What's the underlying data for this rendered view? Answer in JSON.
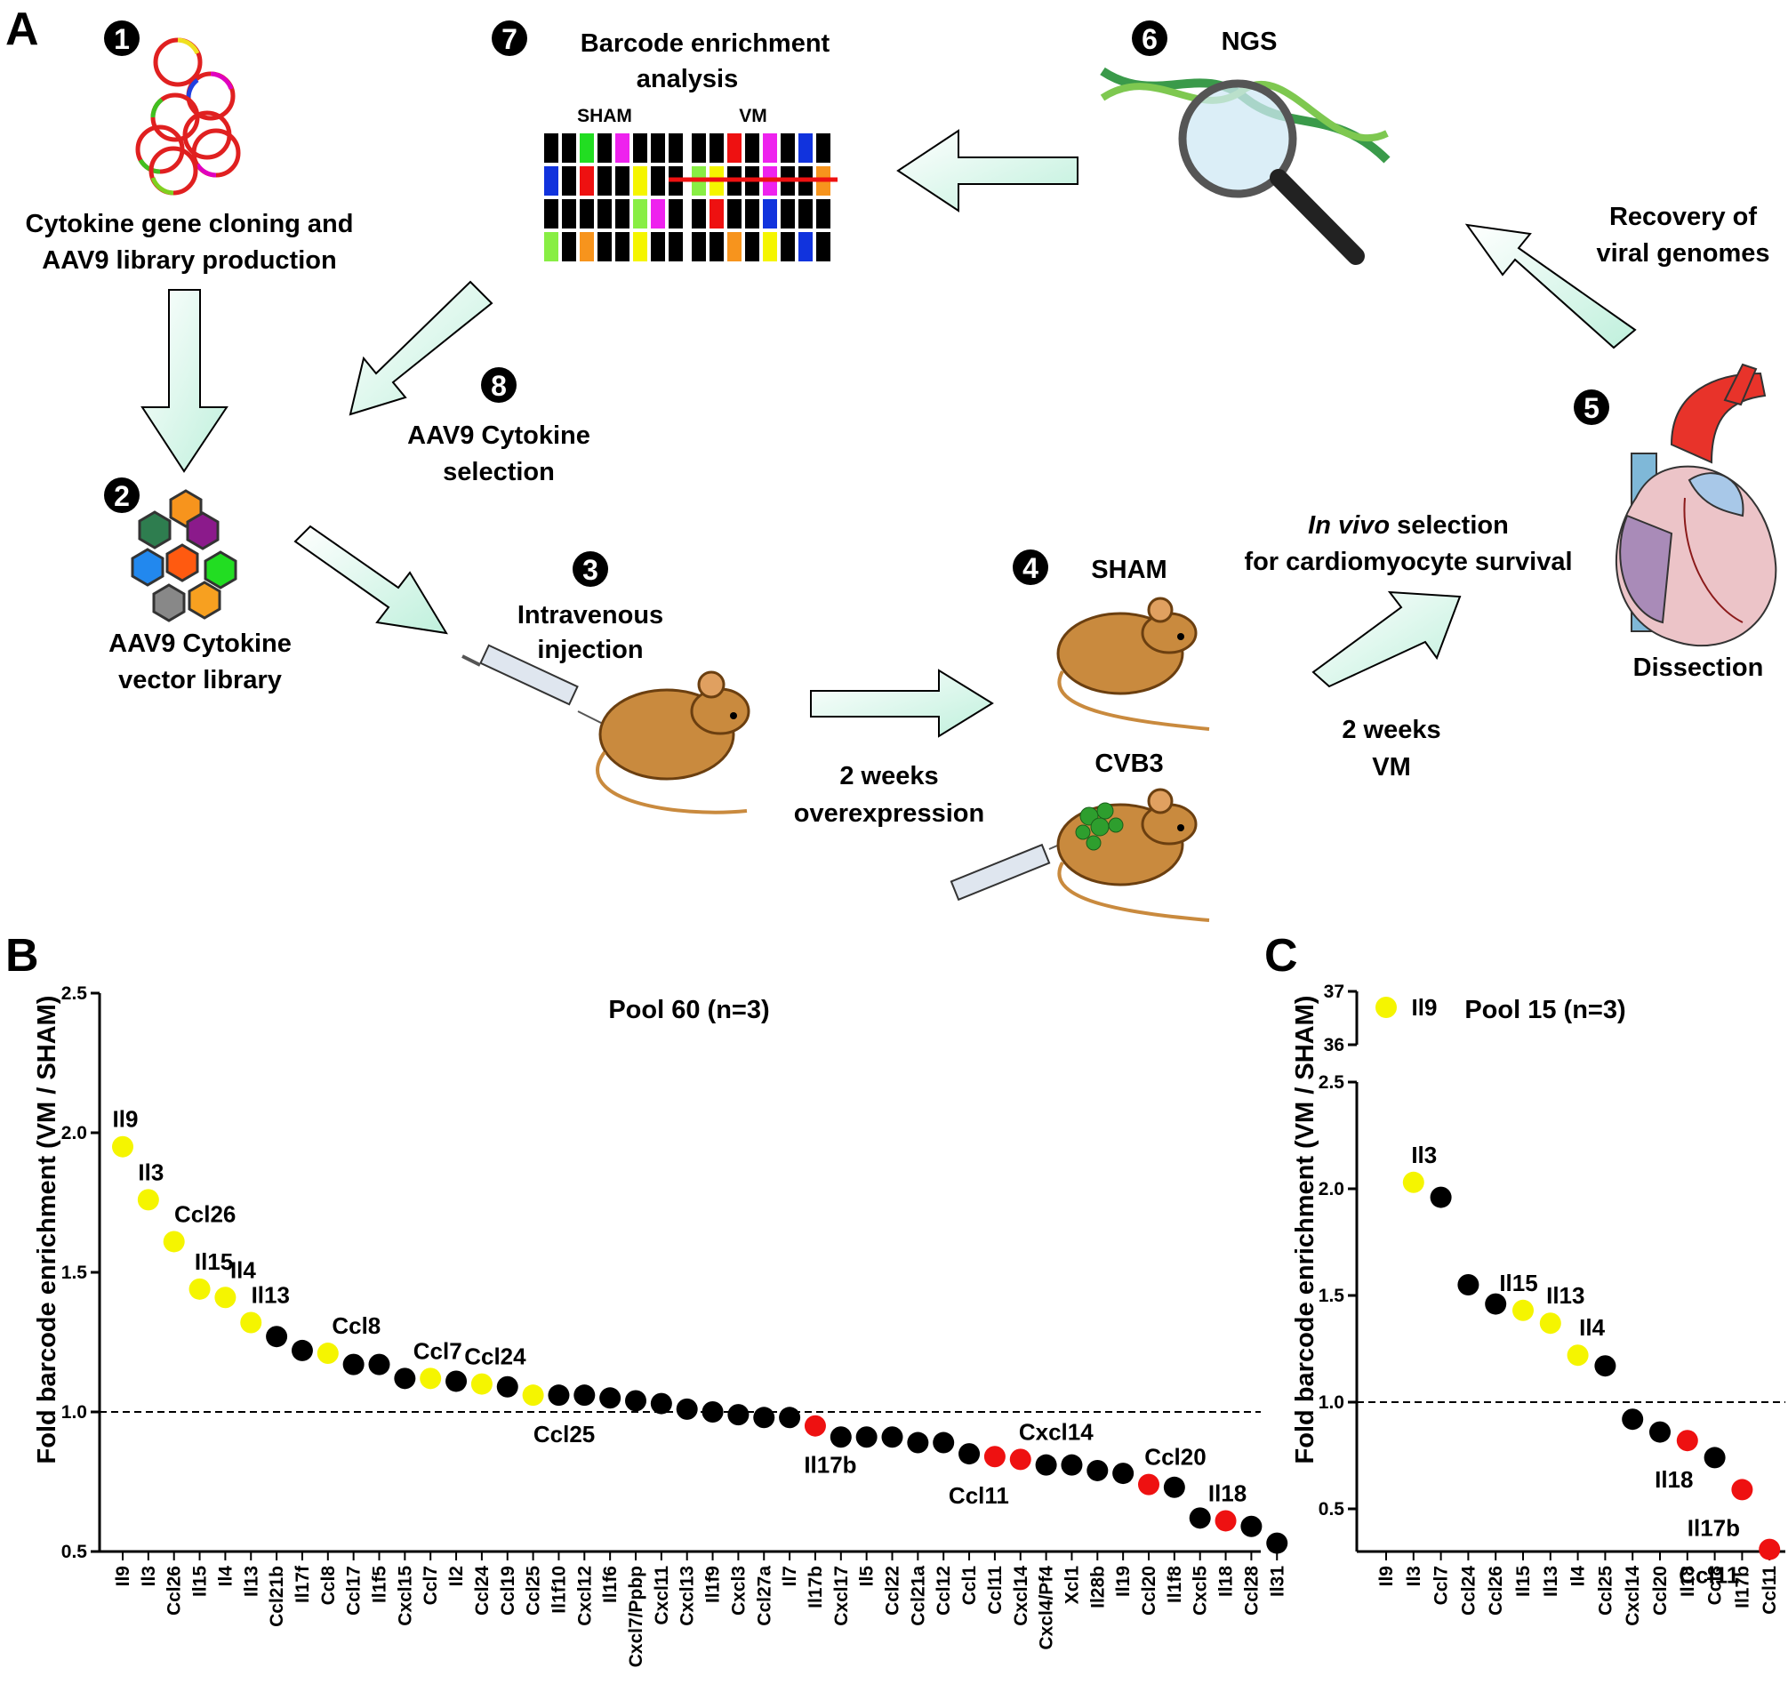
{
  "panel_a": {
    "label": "A",
    "steps": [
      {
        "num": "1",
        "lines": [
          "Cytokine gene cloning and",
          "AAV9 library production"
        ]
      },
      {
        "num": "2",
        "lines": [
          "AAV9 Cytokine",
          "vector library"
        ]
      },
      {
        "num": "3",
        "lines": [
          "Intravenous",
          "injection"
        ]
      },
      {
        "num": "4",
        "label": "SHAM",
        "label2": "CVB3"
      },
      {
        "num": "5",
        "label": "Dissection"
      },
      {
        "num": "6",
        "label": "NGS"
      },
      {
        "num": "7",
        "lines": [
          "Barcode enrichment",
          "analysis"
        ]
      },
      {
        "num": "8",
        "lines": [
          "AAV9 Cytokine",
          "selection"
        ]
      }
    ],
    "arrow_labels": {
      "overexpression": [
        "2 weeks",
        "overexpression"
      ],
      "vm": [
        "2 weeks",
        "VM"
      ],
      "recovery": [
        "Recovery of",
        "viral genomes"
      ],
      "invivo_italic": "In vivo",
      "invivo_rest": " selection",
      "invivo_line2": "for cardiomyocyte survival"
    },
    "barcode_headers": [
      "SHAM",
      "VM"
    ],
    "barcode_colors": {
      "black": "#000000",
      "green": "#22dd22",
      "magenta": "#ee22ee",
      "blue": "#1133dd",
      "red": "#ee1111",
      "yellow": "#f5f500",
      "lightgreen": "#88ee44",
      "orange": "#f7941d"
    },
    "barcode_sham": [
      [
        "black",
        "black",
        "green",
        "black",
        "magenta",
        "black",
        "black",
        "black"
      ],
      [
        "blue",
        "black",
        "red",
        "black",
        "black",
        "yellow",
        "black",
        "black"
      ],
      [
        "black",
        "black",
        "black",
        "black",
        "black",
        "lightgreen",
        "magenta",
        "black"
      ],
      [
        "lightgreen",
        "black",
        "orange",
        "black",
        "black",
        "yellow",
        "black",
        "black"
      ]
    ],
    "barcode_vm": [
      [
        "black",
        "black",
        "red",
        "black",
        "magenta",
        "black",
        "blue",
        "black"
      ],
      [
        "lightgreen",
        "yellow",
        "black",
        "black",
        "magenta",
        "black",
        "black",
        "orange"
      ],
      [
        "black",
        "red",
        "black",
        "black",
        "blue",
        "black",
        "black",
        "black"
      ],
      [
        "black",
        "black",
        "orange",
        "black",
        "yellow",
        "black",
        "blue",
        "black"
      ]
    ],
    "strike_color": "#ee1111",
    "arrow_fill": "#e6faf3",
    "mouse_color": "#c98a3e",
    "virus_color": "#2e9e2e"
  },
  "chart_data": [
    {
      "panel": "B",
      "type": "scatter",
      "title": "Pool 60 (n=3)",
      "ylabel": "Fold barcode enrichment (VM / SHAM)",
      "ylim": [
        0.5,
        2.5
      ],
      "yticks": [
        "0.5",
        "1.0",
        "1.5",
        "2.0",
        "2.5"
      ],
      "reference_line": 1.0,
      "categories": [
        "Il9",
        "Il3",
        "Ccl26",
        "Il15",
        "Il4",
        "Il13",
        "Ccl21b",
        "Il17f",
        "Ccl8",
        "Ccl17",
        "Il1f5",
        "Cxcl15",
        "Ccl7",
        "Il2",
        "Ccl24",
        "Ccl19",
        "Ccl25",
        "Il1f10",
        "Cxcl12",
        "Il1f6",
        "Cxcl7/Ppbp",
        "Cxcl11",
        "Cxcl13",
        "Il1f9",
        "Cxcl3",
        "Ccl27a",
        "Il7",
        "Il17b",
        "Cxcl17",
        "Il5",
        "Ccl22",
        "Ccl21a",
        "Ccl12",
        "Ccl1",
        "Ccl11",
        "Cxcl14",
        "Cxcl4/Pf4",
        "Xcl1",
        "Il28b",
        "Il19",
        "Ccl20",
        "Il1f8",
        "Cxcl5",
        "Il18",
        "Ccl28",
        "Il31"
      ],
      "values": [
        1.95,
        1.76,
        1.61,
        1.44,
        1.41,
        1.32,
        1.27,
        1.22,
        1.21,
        1.17,
        1.17,
        1.12,
        1.12,
        1.11,
        1.1,
        1.09,
        1.06,
        1.06,
        1.06,
        1.05,
        1.04,
        1.03,
        1.01,
        1.0,
        0.99,
        0.98,
        0.98,
        0.95,
        0.91,
        0.91,
        0.91,
        0.89,
        0.89,
        0.85,
        0.84,
        0.83,
        0.81,
        0.81,
        0.79,
        0.78,
        0.74,
        0.73,
        0.62,
        0.61,
        0.59,
        0.53
      ],
      "colors": [
        "yellow",
        "yellow",
        "yellow",
        "yellow",
        "yellow",
        "yellow",
        "black",
        "black",
        "yellow",
        "black",
        "black",
        "black",
        "yellow",
        "black",
        "yellow",
        "black",
        "yellow",
        "black",
        "black",
        "black",
        "black",
        "black",
        "black",
        "black",
        "black",
        "black",
        "black",
        "red",
        "black",
        "black",
        "black",
        "black",
        "black",
        "black",
        "red",
        "red",
        "black",
        "black",
        "black",
        "black",
        "red",
        "black",
        "black",
        "red",
        "black",
        "black"
      ],
      "point_labels": [
        {
          "index": 0,
          "text": "Il9"
        },
        {
          "index": 1,
          "text": "Il3"
        },
        {
          "index": 2,
          "text": "Ccl26"
        },
        {
          "index": 3,
          "text": "Il15"
        },
        {
          "index": 4,
          "text": "Il4"
        },
        {
          "index": 5,
          "text": "Il13"
        },
        {
          "index": 8,
          "text": "Ccl8"
        },
        {
          "index": 12,
          "text": "Ccl7"
        },
        {
          "index": 14,
          "text": "Ccl24"
        },
        {
          "index": 16,
          "text": "Ccl25"
        },
        {
          "index": 27,
          "text": "Il17b"
        },
        {
          "index": 34,
          "text": "Ccl11"
        },
        {
          "index": 35,
          "text": "Cxcl14"
        },
        {
          "index": 40,
          "text": "Ccl20"
        },
        {
          "index": 43,
          "text": "Il18"
        }
      ]
    },
    {
      "panel": "C",
      "type": "scatter",
      "title": "Pool 15 (n=3)",
      "ylabel": "Fold barcode enrichment (VM / SHAM)",
      "ylim": [
        0.3,
        2.5
      ],
      "yticks": [
        "0.5",
        "1.0",
        "1.5",
        "2.0",
        "2.5"
      ],
      "break_axis": {
        "ylim": [
          36,
          37
        ],
        "yticks": [
          "36",
          "37"
        ]
      },
      "reference_line": 1.0,
      "categories": [
        "Il9",
        "Il3",
        "Ccl7",
        "Ccl24",
        "Ccl26",
        "Il15",
        "Il13",
        "Il4",
        "Ccl25",
        "Cxcl14",
        "Ccl20",
        "Il18",
        "Ccl8",
        "Il17b",
        "Ccl11"
      ],
      "values": [
        36.7,
        2.03,
        1.96,
        1.55,
        1.46,
        1.43,
        1.37,
        1.22,
        1.17,
        0.92,
        0.86,
        0.82,
        0.74,
        0.59,
        0.31
      ],
      "colors": [
        "yellow",
        "yellow",
        "black",
        "black",
        "black",
        "yellow",
        "yellow",
        "yellow",
        "black",
        "black",
        "black",
        "red",
        "black",
        "red",
        "red"
      ],
      "point_labels": [
        {
          "index": 0,
          "text": "Il9"
        },
        {
          "index": 1,
          "text": "Il3"
        },
        {
          "index": 5,
          "text": "Il15"
        },
        {
          "index": 6,
          "text": "Il13"
        },
        {
          "index": 7,
          "text": "Il4"
        },
        {
          "index": 11,
          "text": "Il18"
        },
        {
          "index": 13,
          "text": "Il17b"
        },
        {
          "index": 14,
          "text": "Ccl11"
        }
      ]
    }
  ],
  "panel_labels": {
    "b": "B",
    "c": "C"
  },
  "dot_colors": {
    "yellow": "#f5f500",
    "black": "#000000",
    "red": "#ee1111"
  }
}
